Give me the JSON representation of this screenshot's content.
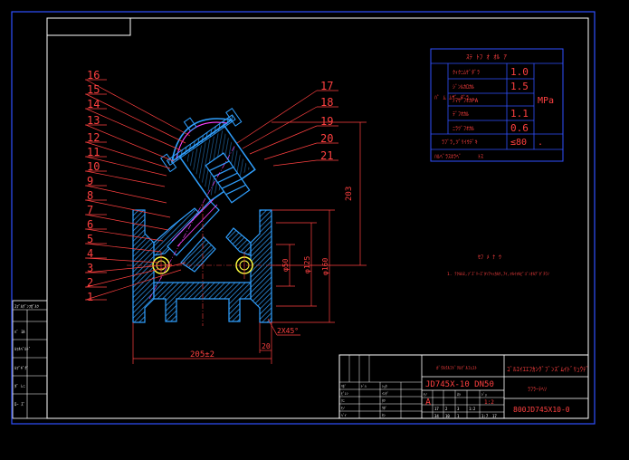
{
  "drawing": {
    "part_numbers": [
      "1",
      "2",
      "3",
      "4",
      "5",
      "6",
      "7",
      "8",
      "9",
      "10",
      "11",
      "12",
      "13",
      "14",
      "15",
      "16",
      "17",
      "18",
      "19",
      "20",
      "21"
    ],
    "dimensions": {
      "height": "203",
      "dia_50": "φ50",
      "dia_125": "φ125",
      "dia_160": "φ160",
      "chamfer": "2X45°",
      "thick": "20",
      "length": "205±2"
    }
  },
  "params_table": {
    "title": "ｽﾃ ﾄﾌ ｵ ｵﾙ ｱ",
    "group_label": "ﾊﾟ ﾑ ﾑｻﾞ ﾀﾞﾗ",
    "rows": [
      {
        "label": "ｸｨｸﾆﾑｹﾞﾀﾞﾗ",
        "value": "1.0"
      },
      {
        "label": "ｼﾞﾝﾙｶﾛｶﾙ",
        "value": "1.5"
      },
      {
        "label": "ﾉﾏｻﾞﾌｵｶPA",
        "value": ""
      },
      {
        "label": "ﾃﾞﾌｵｶﾙ",
        "value": "1.1"
      },
      {
        "label": "ﾆﾗﾂﾞﾌｵｶﾙ",
        "value": "0.6"
      }
    ],
    "unit": "MPa",
    "temp_label": "ﾗﾌﾞﾗ,ﾂﾞﾘｲｳﾃﾞｷ",
    "temp_value": "≤80",
    "temp_unit": ".",
    "medium_label": "ﾊﾙﾍﾞﾗｽﾈﾗﾍﾞ",
    "medium_value": "ﾄｽ"
  },
  "notes": {
    "title": "ｾﾌ ﾒ ﾅ ｳ",
    "line1": "1. ﾃｸﾙﾙﾇ,ﾌﾞｽﾞﾘｰｽﾞﾀｿｱﾍｯｶﾙｸ,ｱｲ,ﾏﾙｲﾏﾙﾋﾟｺﾞﾝｵﾙﾃﾞﾀﾞﾁﾜﾉ"
  },
  "title_block": {
    "company": "ｺﾞﾙｴｲｴｴﾌｶﾝｸﾞﾌﾞﾝｽﾞﾑｲﾄﾞﾘｭｳﾃﾞ",
    "subtitle": "ｶﾞｸﾙｸﾙﾌﾄﾞﾘﾙﾃﾞﾙﾌｪｽﾄ",
    "model": "JD745X-10 DN50",
    "name": "ﾗﾌﾗｰﾃﾍｿ",
    "drawing_no": "800JD745X10-0",
    "scale": "1:2",
    "mark_a": "A",
    "small_cells": [
      "ﾘﾎﾞ",
      "ﾄﾞﾊ",
      "ｼｮｳ",
      "ﾋﾟﾚﾝ",
      "ｲﾝｸﾞ",
      "ｸﾆ",
      "ﾀﾂ",
      "ﾓﾉ",
      "ｳﾀﾞ",
      "ﾍﾞｲ",
      "ｾﾝ",
      "ﾓﾉ",
      "ﾈﾗ",
      "ｼﾞｮ"
    ],
    "small_nums": [
      "17",
      "2",
      "3",
      "1:2",
      "1:7",
      "34",
      "10",
      "1",
      "17"
    ]
  },
  "revision_column": {
    "cells": [
      "ｽﾌﾞﾙｸﾞﾝﾌｶﾞﾙﾂ",
      "ﾊﾞ ﾖﾙ",
      "ﾙﾌﾙﾍﾞﾙﾄﾞ",
      "ﾙﾌﾞｷﾞｸﾞ",
      "ﾀﾞ ﾚﾆ",
      "ﾛｰ ｽﾞ"
    ]
  }
}
